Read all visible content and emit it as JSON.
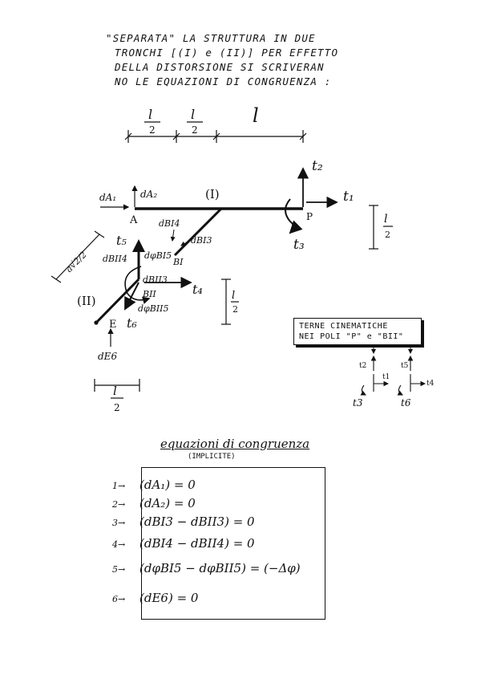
{
  "header": {
    "line1": "\"SEPARATA\" LA STRUTTURA IN DUE",
    "line2": "TRONCHI [(I) e (II)] PER EFFETTO",
    "line3": "DELLA DISTORSIONE SI SCRIVERAN",
    "line4": "NO LE EQUAZIONI DI CONGRUENZA :"
  },
  "dimensions": {
    "top_half1_num": "l",
    "top_half1_den": "2",
    "top_half2_num": "l",
    "top_half2_den": "2",
    "top_full": "l",
    "right_num": "l",
    "right_den": "2",
    "right_lower_num": "l",
    "right_lower_den": "2",
    "left_diag": "a√2/2",
    "bottom_num": "l",
    "bottom_den": "2"
  },
  "diagram_labels": {
    "dA1": "dA₁",
    "dA2": "dA₂",
    "A": "A",
    "beam_I": "(I)",
    "beam_II": "(II)",
    "P": "P",
    "t1": "t₁",
    "t2": "t₂",
    "t3": "t₃",
    "t4": "t₄",
    "t5": "t₅",
    "t6": "t₆",
    "dBI4": "dBI4",
    "dBI3": "dBI3",
    "BI": "BI",
    "dBII4": "dBII4",
    "dphiBI5": "dφBI5",
    "dBII3": "dBII3",
    "BII": "BII",
    "dphiBII5": "dφBII5",
    "E": "E",
    "dE6": "dE6"
  },
  "terne": {
    "line1": "TERNE CINEMATICHE",
    "line2": "NEI POLI \"P\" e \"BII\""
  },
  "triads": {
    "p_t2": "t2",
    "p_t1": "t1",
    "p_t3": "t3",
    "b_t5": "t5",
    "b_t4": "t4",
    "b_t6": "t6"
  },
  "equations": {
    "title": "equazioni di congruenza",
    "subtitle": "(IMPLICITE)",
    "rows": [
      {
        "num": "1→",
        "text": "(dA₁) = 0"
      },
      {
        "num": "2→",
        "text": "(dA₂) = 0"
      },
      {
        "num": "3→",
        "text": "(dBI3 − dBII3) = 0"
      },
      {
        "num": "4→",
        "text": "(dBI4 − dBII4) = 0"
      },
      {
        "num": "5→",
        "text": "(dφBI5 − dφBII5) = (−Δφ)"
      },
      {
        "num": "6→",
        "text": "(dE6) = 0"
      }
    ]
  }
}
